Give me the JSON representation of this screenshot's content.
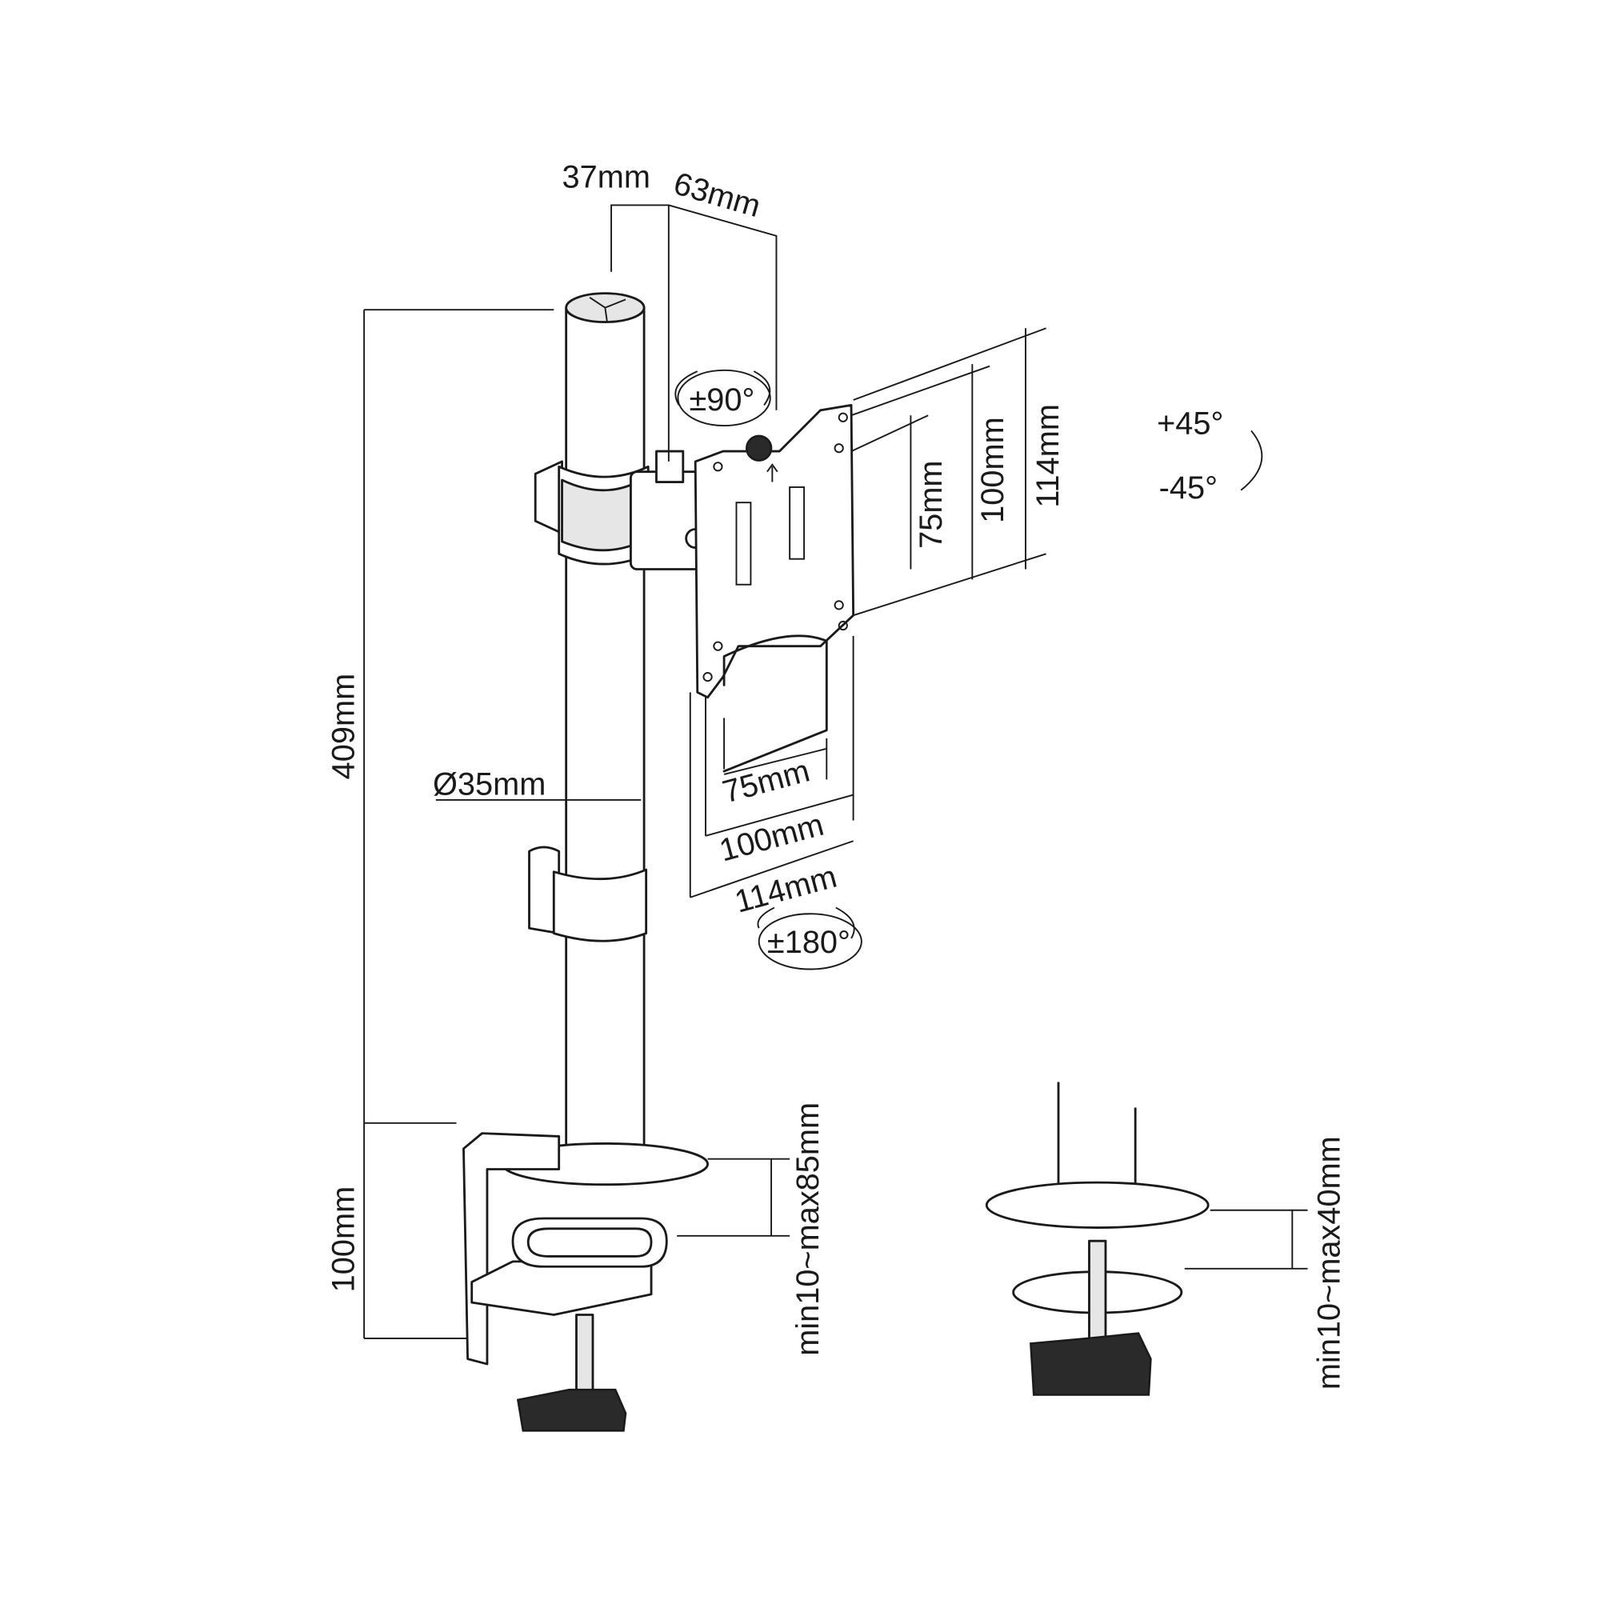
{
  "dimensions": {
    "offset_top": "37mm",
    "offset_depth": "63mm",
    "pole_height": "409mm",
    "pole_diameter": "Ø35mm",
    "clamp_height": "100mm",
    "vesa_h_75": "75mm",
    "vesa_h_100": "100mm",
    "vesa_h_114": "114mm",
    "vesa_v_75": "75mm",
    "vesa_v_100": "100mm",
    "vesa_v_114": "114mm",
    "desk_clamp_range": "min10~max85mm",
    "grommet_range": "min10~max40mm"
  },
  "rotations": {
    "swivel": "±90°",
    "rotate": "±180°",
    "tilt_up": "+45°",
    "tilt_down": "-45°"
  },
  "colors": {
    "line": "#1a1a1a",
    "background": "#ffffff"
  }
}
